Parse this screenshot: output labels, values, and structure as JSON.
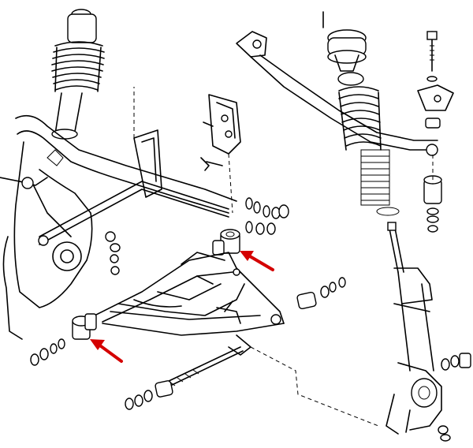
{
  "diagram": {
    "colors": {
      "line": "#000000",
      "background": "#ffffff",
      "arrow": "#d40000"
    },
    "callouts": [
      {
        "id": "upper-bushing-arrow",
        "points_to": "control-arm-bushing-rear"
      },
      {
        "id": "lower-bushing-arrow",
        "points_to": "control-arm-bushing-front"
      }
    ]
  }
}
